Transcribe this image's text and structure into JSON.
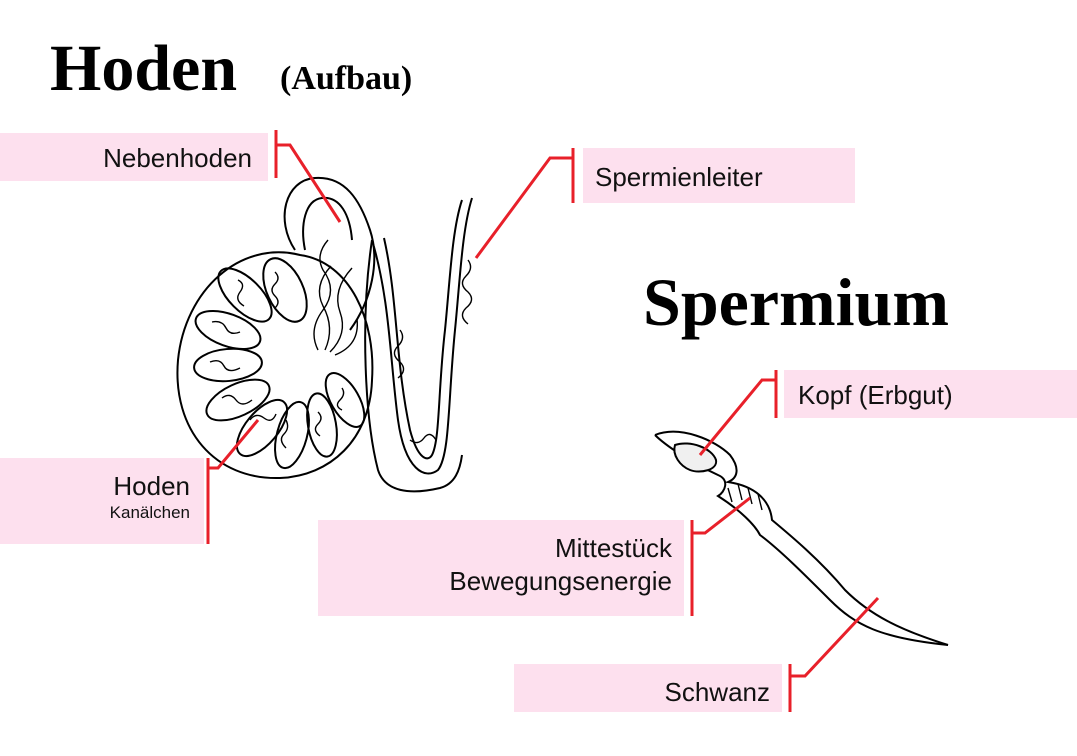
{
  "title": {
    "main": "Hoden",
    "sub": "(Aufbau)",
    "spermium": "Spermium"
  },
  "labels": {
    "nebenhoden": "Nebenhoden",
    "spermienleiter": "Spermienleiter",
    "hoden": "Hoden",
    "hoden_sub": "Kanälchen",
    "kopf": "Kopf (Erbgut)",
    "mittestueck": "Mittestück",
    "mittestueck_sub": "Bewegungsenergie",
    "schwanz": "Schwanz"
  },
  "colors": {
    "leader_line": "#e8202a",
    "label_bg": "#fde0ee",
    "drawing": "#000000"
  }
}
